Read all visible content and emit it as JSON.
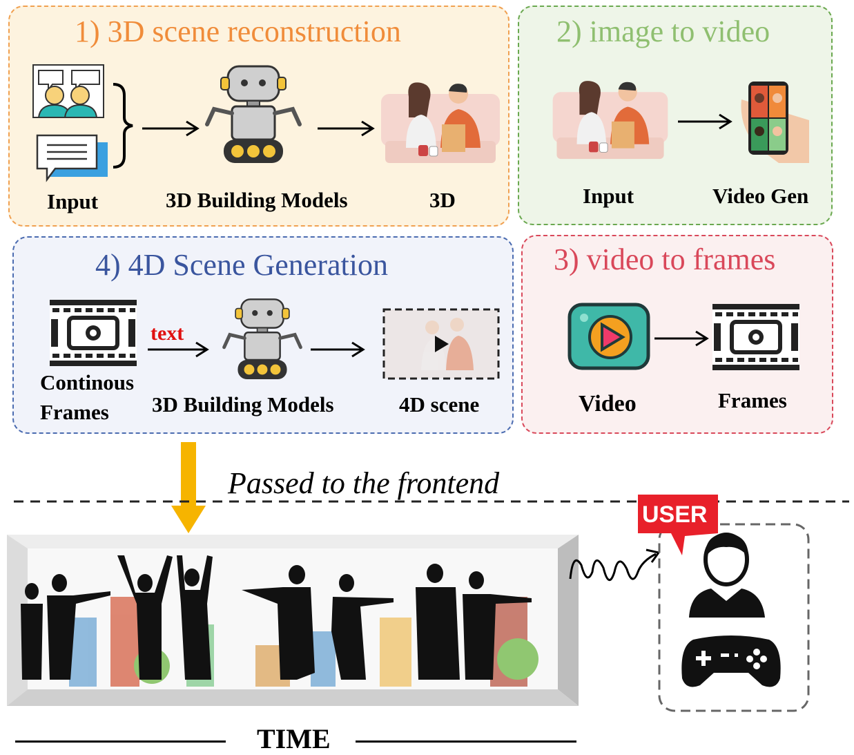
{
  "panel1": {
    "title": "1) 3D scene reconstruction",
    "input_label": "Input",
    "model_label": "3D Building Models",
    "output_label": "3D"
  },
  "panel2": {
    "title": "2) image to video",
    "input_label": "Input",
    "output_label": "Video Gen"
  },
  "panel3": {
    "title": "3) video to frames",
    "input_label": "Video",
    "output_label": "Frames"
  },
  "panel4": {
    "title": "4) 4D Scene Generation",
    "input_label_line1": "Continous",
    "input_label_line2": "Frames",
    "arrow_label": "text",
    "model_label": "3D Building Models",
    "output_label": "4D scene"
  },
  "frontend": {
    "caption": "Passed to the frontend",
    "user_badge": "USER",
    "time_label": "TIME"
  },
  "colors": {
    "panel1_title": "#f08c3a",
    "panel2_title": "#8fbf70",
    "panel3_title": "#d9485a",
    "panel4_title": "#3a559e",
    "arrow_label": "#e01010",
    "down_arrow": "#f6b400",
    "user_badge": "#e8202a"
  },
  "icons": {
    "chat": "people-chat-icon",
    "message": "message-bubble-icon",
    "robot": "robot-icon",
    "couple": "couple-scene-image",
    "phone": "video-call-phone-icon",
    "film": "film-strip-icon",
    "play": "play-video-icon",
    "user": "user-avatar-icon",
    "gamepad": "gamepad-icon"
  }
}
